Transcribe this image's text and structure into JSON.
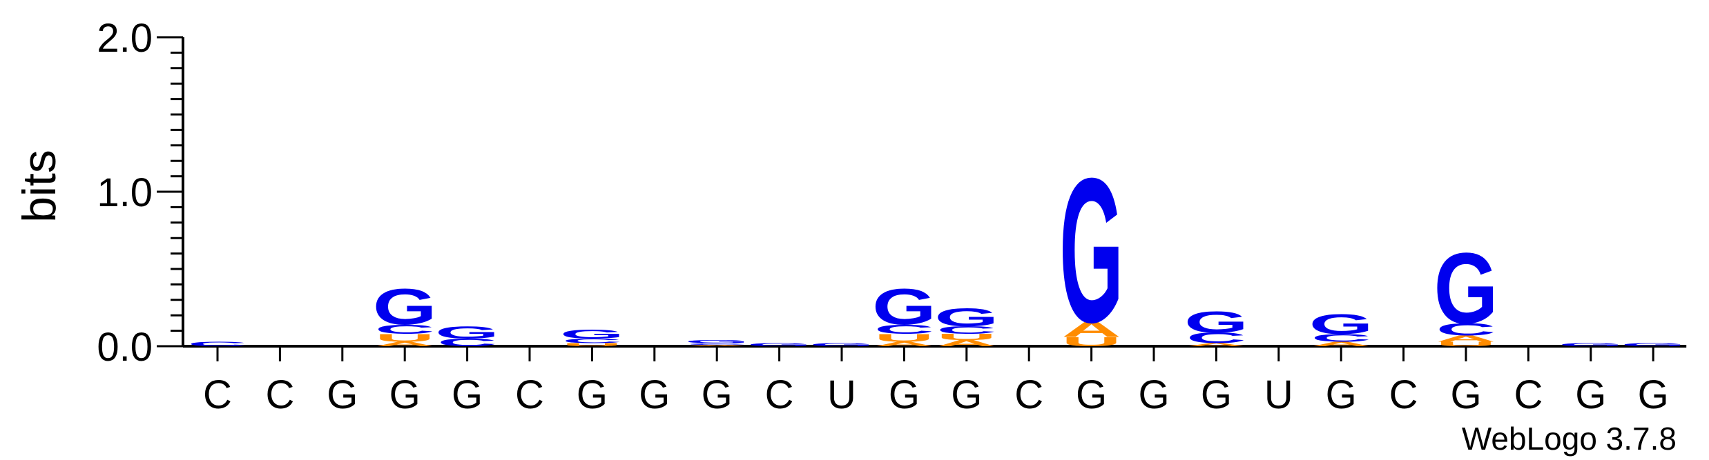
{
  "chart_data": {
    "type": "sequence-logo",
    "ylabel": "bits",
    "ylim": [
      0,
      2
    ],
    "yticks": [
      "0.0",
      "1.0",
      "2.0"
    ],
    "colors": {
      "G": "#0000ee",
      "C": "#0000ee",
      "A": "#ff8c00",
      "U": "#ff8c00"
    },
    "positions": [
      {
        "label": "C",
        "stack": [
          {
            "letter": "C",
            "bits": 0.03
          }
        ]
      },
      {
        "label": "C",
        "stack": []
      },
      {
        "label": "G",
        "stack": []
      },
      {
        "label": "G",
        "stack": [
          {
            "letter": "A",
            "bits": 0.03
          },
          {
            "letter": "U",
            "bits": 0.05
          },
          {
            "letter": "C",
            "bits": 0.06
          },
          {
            "letter": "G",
            "bits": 0.24
          }
        ]
      },
      {
        "label": "G",
        "stack": [
          {
            "letter": "C",
            "bits": 0.05
          },
          {
            "letter": "G",
            "bits": 0.08
          }
        ]
      },
      {
        "label": "C",
        "stack": []
      },
      {
        "label": "G",
        "stack": [
          {
            "letter": "U",
            "bits": 0.02
          },
          {
            "letter": "C",
            "bits": 0.03
          },
          {
            "letter": "G",
            "bits": 0.06
          }
        ]
      },
      {
        "label": "G",
        "stack": []
      },
      {
        "label": "G",
        "stack": [
          {
            "letter": "A",
            "bits": 0.01
          },
          {
            "letter": "C",
            "bits": 0.01
          },
          {
            "letter": "G",
            "bits": 0.02
          }
        ]
      },
      {
        "label": "C",
        "stack": [
          {
            "letter": "G",
            "bits": 0.02
          }
        ]
      },
      {
        "label": "U",
        "stack": [
          {
            "letter": "G",
            "bits": 0.02
          }
        ]
      },
      {
        "label": "G",
        "stack": [
          {
            "letter": "A",
            "bits": 0.03
          },
          {
            "letter": "U",
            "bits": 0.05
          },
          {
            "letter": "C",
            "bits": 0.06
          },
          {
            "letter": "G",
            "bits": 0.24
          }
        ]
      },
      {
        "label": "G",
        "stack": [
          {
            "letter": "A",
            "bits": 0.04
          },
          {
            "letter": "U",
            "bits": 0.04
          },
          {
            "letter": "C",
            "bits": 0.05
          },
          {
            "letter": "G",
            "bits": 0.12
          }
        ]
      },
      {
        "label": "C",
        "stack": []
      },
      {
        "label": "G",
        "stack": [
          {
            "letter": "U",
            "bits": 0.06
          },
          {
            "letter": "A",
            "bits": 0.1
          },
          {
            "letter": "G",
            "bits": 0.96
          }
        ]
      },
      {
        "label": "G",
        "stack": []
      },
      {
        "label": "G",
        "stack": [
          {
            "letter": "A",
            "bits": 0.02
          },
          {
            "letter": "C",
            "bits": 0.07
          },
          {
            "letter": "G",
            "bits": 0.14
          }
        ]
      },
      {
        "label": "U",
        "stack": []
      },
      {
        "label": "G",
        "stack": [
          {
            "letter": "A",
            "bits": 0.03
          },
          {
            "letter": "C",
            "bits": 0.05
          },
          {
            "letter": "G",
            "bits": 0.13
          }
        ]
      },
      {
        "label": "C",
        "stack": []
      },
      {
        "label": "G",
        "stack": [
          {
            "letter": "U",
            "bits": 0.03
          },
          {
            "letter": "A",
            "bits": 0.04
          },
          {
            "letter": "C",
            "bits": 0.08
          },
          {
            "letter": "G",
            "bits": 0.47
          }
        ]
      },
      {
        "label": "C",
        "stack": []
      },
      {
        "label": "G",
        "stack": [
          {
            "letter": "G",
            "bits": 0.02
          }
        ]
      },
      {
        "label": "G",
        "stack": [
          {
            "letter": "G",
            "bits": 0.02
          }
        ]
      }
    ],
    "credit": "WebLogo 3.7.8"
  }
}
